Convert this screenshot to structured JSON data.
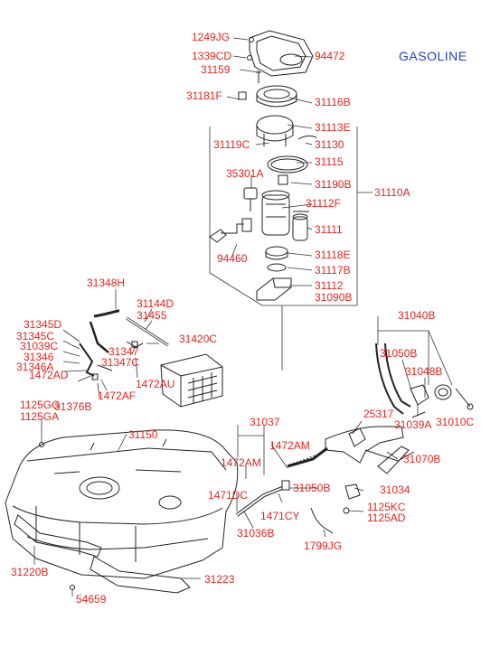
{
  "fuel_type": "GASOLINE",
  "colors": {
    "label": "#e8231c",
    "fuel_type": "#1f3fd1",
    "line": "#222222"
  },
  "parts": {
    "p1249JG": "1249JG",
    "p1339CD": "1339CD",
    "p31159": "31159",
    "p94472": "94472",
    "p31181F": "31181F",
    "p31116B": "31116B",
    "p31113E": "31113E",
    "p31119C": "31119C",
    "p31130": "31130",
    "p31115": "31115",
    "p35301A": "35301A",
    "p31190B": "31190B",
    "p31112F": "31112F",
    "p31110A": "31110A",
    "p31111": "31111",
    "p94460": "94460",
    "p31118E": "31118E",
    "p31117B": "31117B",
    "p31112": "31112",
    "p31090B": "31090B",
    "p31348H": "31348H",
    "p31144D": "31144D",
    "p31455": "31455",
    "p31345D": "31345D",
    "p31345C": "31345C",
    "p31039C": "31039C",
    "p31346": "31346",
    "p31346A": "31346A",
    "p1472AD": "1472AD",
    "p31347": "31347",
    "p31347C": "31347C",
    "p1472AU": "1472AU",
    "p1472AF": "1472AF",
    "p31376B": "31376B",
    "p31420C": "31420C",
    "p31040B": "31040B",
    "p31050B_top": "31050B",
    "p31048B": "31048B",
    "p25317": "25317",
    "p31039A": "31039A",
    "p31010C": "31010C",
    "p1125GG": "1125GG",
    "p1125GA": "1125GA",
    "p31150": "31150",
    "p31037": "31037",
    "p1472AM_a": "1472AM",
    "p1472AM_b": "1472AM",
    "p31070B": "31070B",
    "p1471DC": "1471DC",
    "p31050B_low": "31050B",
    "p31034": "31034",
    "p1471CY": "1471CY",
    "p1125KC": "1125KC",
    "p1125AD": "1125AD",
    "p31036B": "31036B",
    "p1799JG": "1799JG",
    "p31220B": "31220B",
    "p31223": "31223",
    "p54659": "54659"
  }
}
